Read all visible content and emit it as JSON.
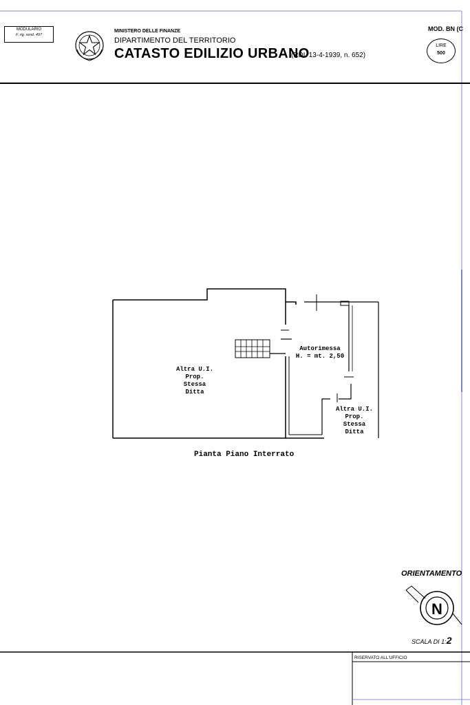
{
  "header": {
    "modulario_line1": "MODULARIO",
    "modulario_line2": "F. rig. rend. 497",
    "ministero": "MINISTERO DELLE FINANZE",
    "dipartimento": "DIPARTIMENTO DEL TERRITORIO",
    "catasto": "CATASTO EDILIZIO URBANO",
    "rdl": "(RDL 13-4-1939, n. 652)",
    "mod": "MOD. BN (C",
    "lire_label": "LIRE",
    "lire_value": "500"
  },
  "plan": {
    "room_left": [
      "Altra U.I.",
      "Prop.",
      "Stessa",
      "Ditta"
    ],
    "garage": [
      "Autorimessa",
      "H. = mt. 2,50"
    ],
    "room_right": [
      "Altra U.I.",
      "Prop.",
      "Stessa",
      "Ditta"
    ],
    "caption": "Pianta Piano Interrato"
  },
  "orientation": {
    "title": "ORIENTAMENTO",
    "north_letter": "N",
    "scale_label": "SCALA DI 1:",
    "scale_value": "2"
  },
  "footer": {
    "riservato": "RISERVATO ALL'UFFICIO"
  }
}
